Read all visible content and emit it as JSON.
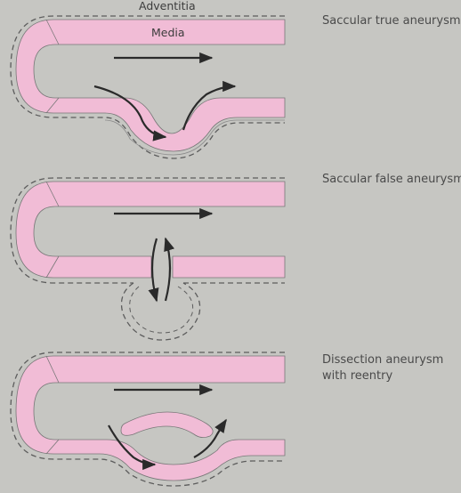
{
  "labels": {
    "adventitia": "Adventitia",
    "media": "Media"
  },
  "panels": [
    {
      "caption": "Saccular true aneurysm"
    },
    {
      "caption": "Saccular false aneurysm"
    },
    {
      "caption_line1": "Dissection aneurysm",
      "caption_line2": "with reentry"
    }
  ],
  "colors": {
    "background": "#c6c6c2",
    "media": "#f1bcd6",
    "outline": "#5c5c5c",
    "arrow": "#2a2a2a"
  }
}
